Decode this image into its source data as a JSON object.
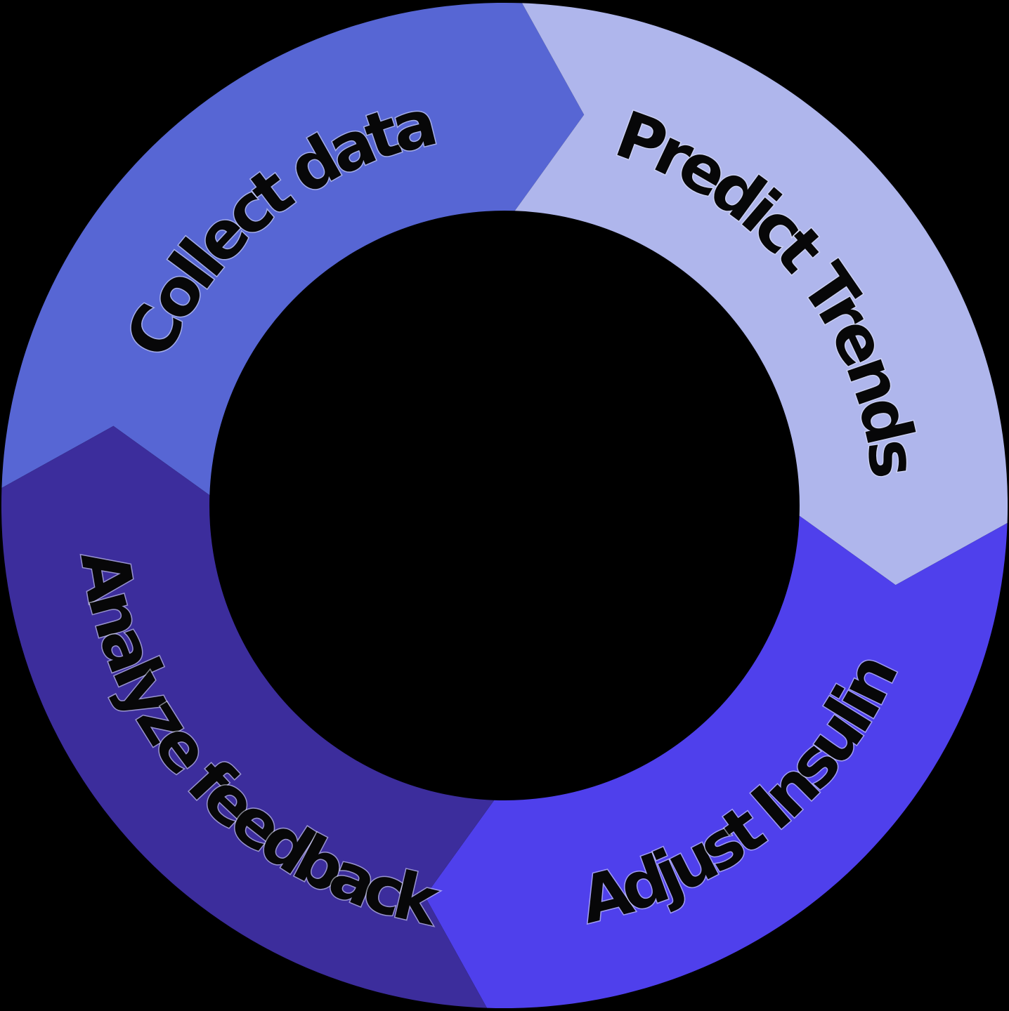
{
  "diagram": {
    "type": "cycle",
    "flow_direction": "clockwise",
    "background_color": "#000000",
    "label_text_color": "#070708",
    "segments": [
      {
        "label": "Collect data",
        "color": "#5766d4",
        "position": "top-left",
        "order": 1,
        "points_to": "Predict Trends"
      },
      {
        "label": "Predict Trends",
        "color": "#afb6ec",
        "position": "top-right",
        "order": 2,
        "points_to": "Adjust Insulin"
      },
      {
        "label": "Adjust Insulin",
        "color": "#4f40ec",
        "position": "bottom-right",
        "order": 3,
        "points_to": "Analyze feedback"
      },
      {
        "label": "Analyze feedback",
        "color": "#3c2d9c",
        "position": "bottom-left",
        "order": 4,
        "points_to": "Collect data"
      }
    ]
  }
}
